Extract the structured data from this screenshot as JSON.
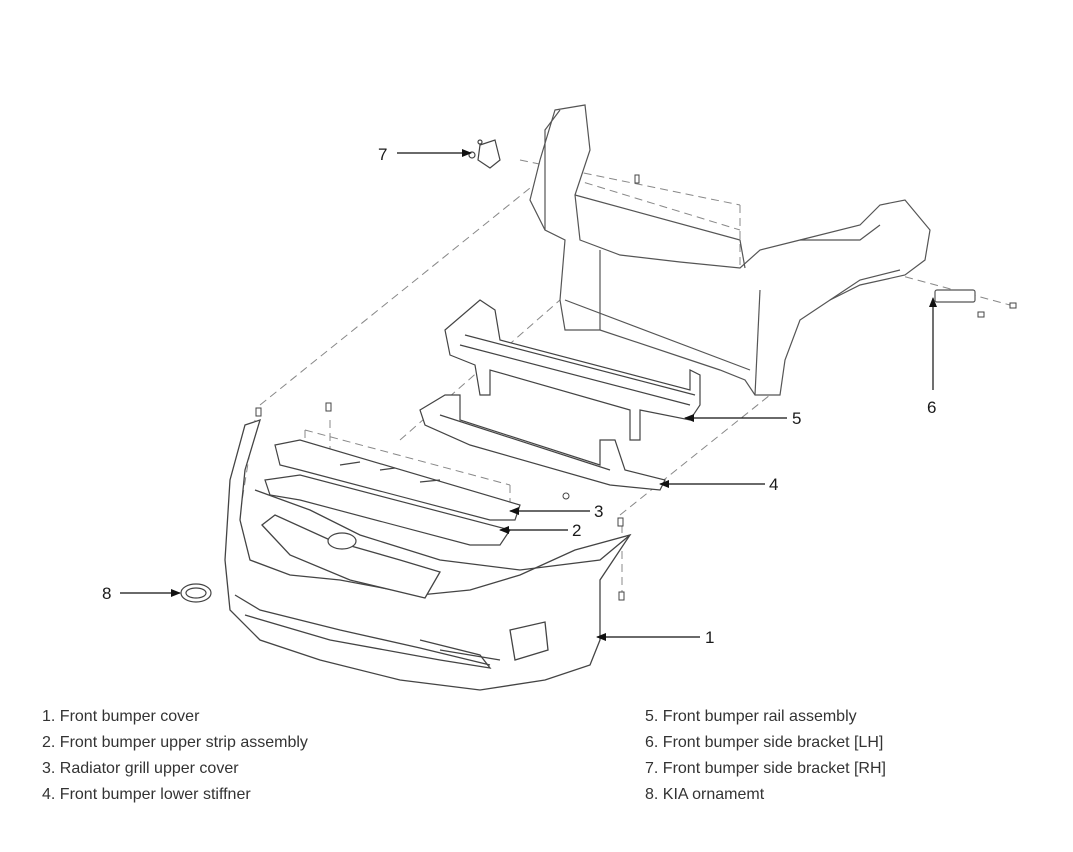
{
  "diagram": {
    "callouts": [
      {
        "number": "1",
        "label": "Front bumper cover"
      },
      {
        "number": "2",
        "label": "Front bumper upper strip assembly"
      },
      {
        "number": "3",
        "label": "Radiator grill upper cover"
      },
      {
        "number": "4",
        "label": "Front bumper lower stiffner"
      },
      {
        "number": "5",
        "label": "Front bumper rail assembly"
      },
      {
        "number": "6",
        "label": "Front bumper side bracket [LH]"
      },
      {
        "number": "7",
        "label": "Front bumper side bracket [RH]"
      },
      {
        "number": "8",
        "label": "KIA ornamemt"
      }
    ]
  },
  "legend": {
    "left": [
      "1. Front bumper cover",
      "2. Front bumper upper strip assembly",
      "3. Radiator grill upper cover",
      "4. Front bumper lower stiffner"
    ],
    "right": [
      "5. Front bumper rail assembly",
      "6. Front bumper side bracket [LH]",
      "7. Front bumper side bracket [RH]",
      "8. KIA ornamemt"
    ]
  },
  "colors": {
    "line": "#555555",
    "text": "#333333",
    "background": "#ffffff"
  }
}
